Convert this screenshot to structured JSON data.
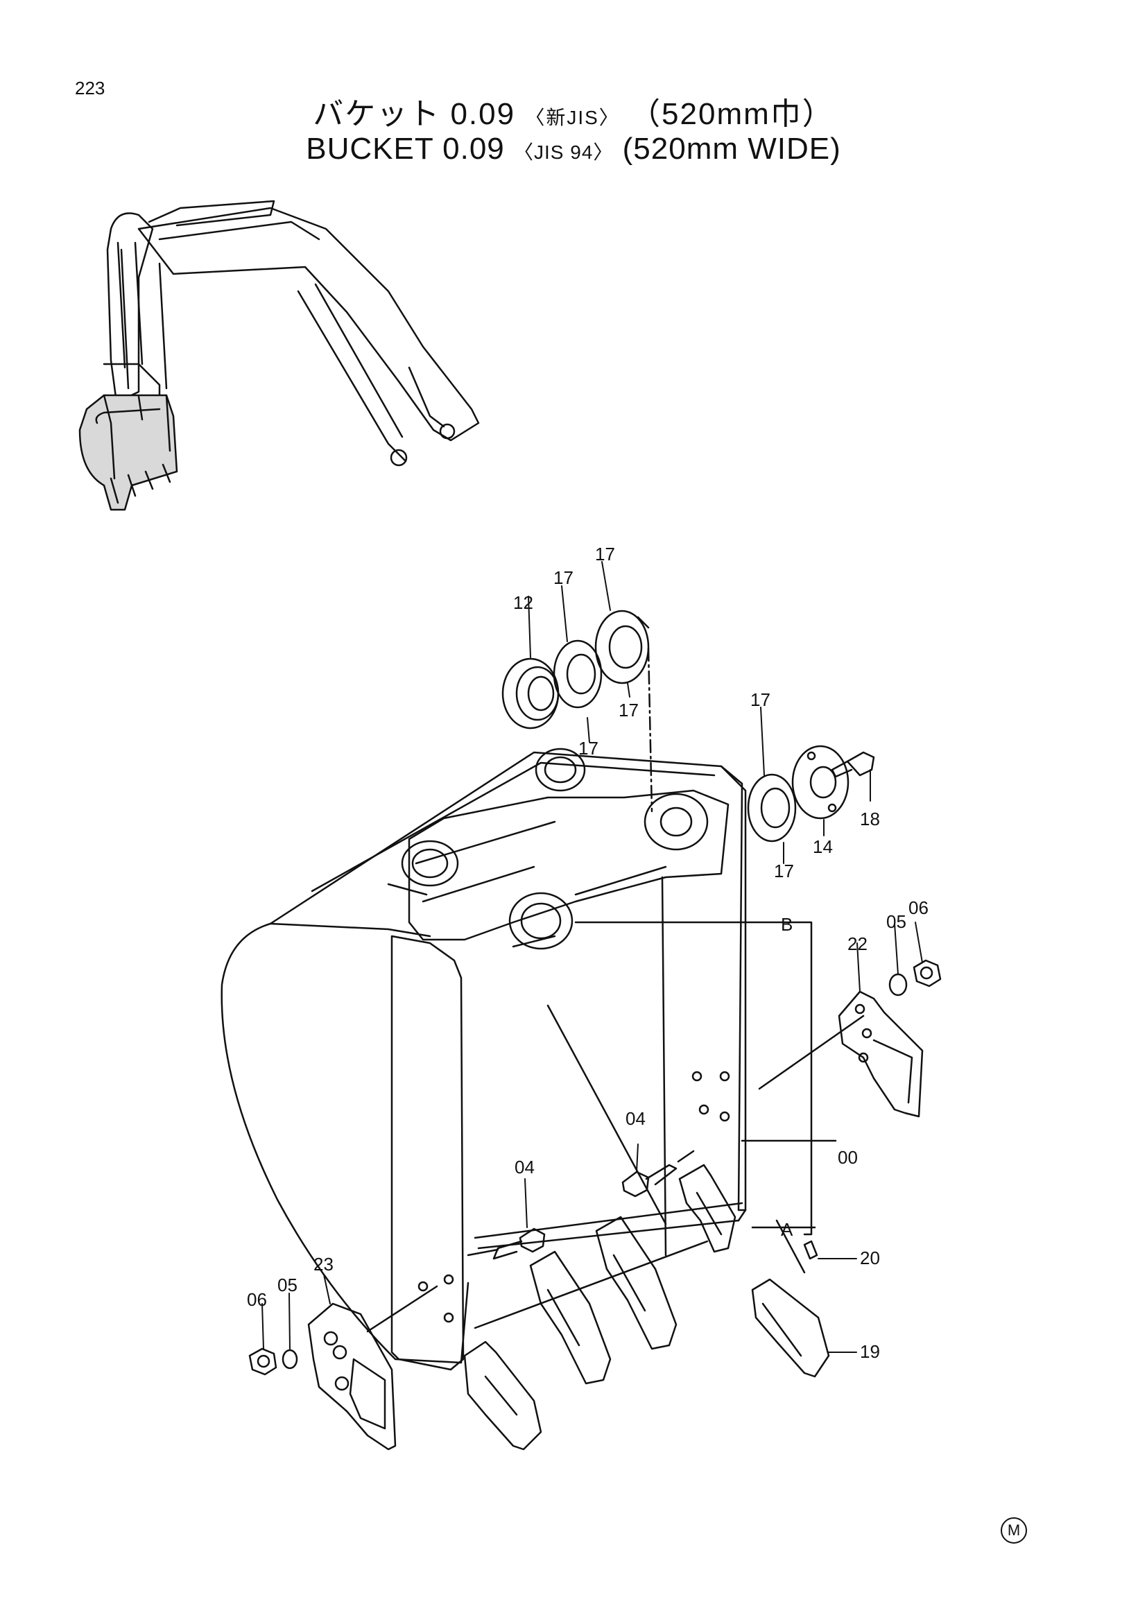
{
  "page_number": "223",
  "title": {
    "jp_main": "バケット 0.09",
    "jp_std": "〈新JIS〉",
    "jp_width": "（520mm巾）",
    "en_main": "BUCKET 0.09",
    "en_std": "〈JIS 94〉",
    "en_width": "(520mm WIDE)"
  },
  "callouts": {
    "p17a": "17",
    "p17b": "17",
    "p12": "12",
    "p17c": "17",
    "p17d": "17",
    "p17e": "17",
    "p14": "14",
    "p18": "18",
    "p17f": "17",
    "pB": "B",
    "p05a": "05",
    "p06a": "06",
    "p22": "22",
    "p04a": "04",
    "p00": "00",
    "p04b": "04",
    "pA": "A",
    "p20": "20",
    "p23": "23",
    "p06b": "06",
    "p05b": "05",
    "p19": "19"
  },
  "maker_mark": "M"
}
